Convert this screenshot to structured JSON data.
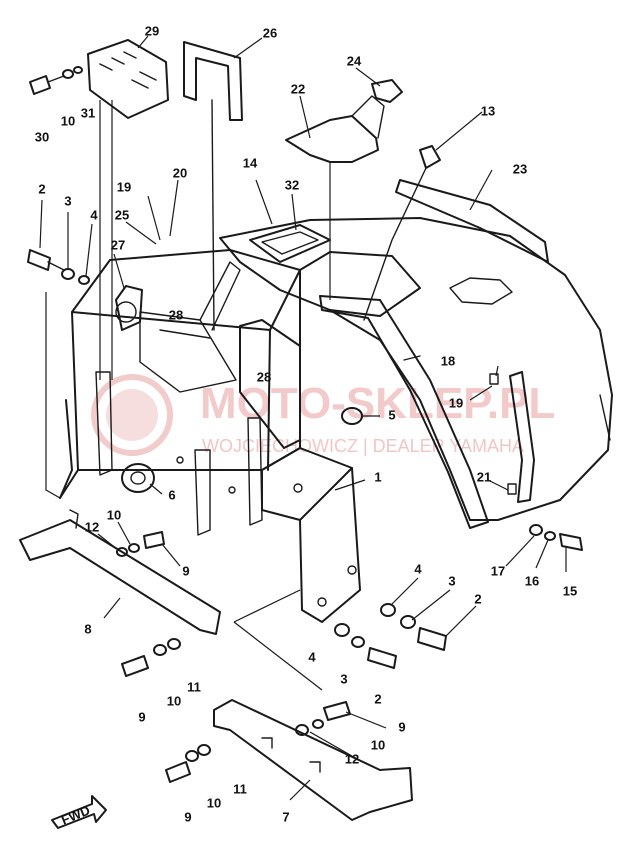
{
  "diagram": {
    "watermark": {
      "title": "MOTO-SKLEP.PL",
      "subtitle": "WOJCIECHOWICZ | DEALER YAMAHA",
      "logo": "yamaha-tuning-fork-logo",
      "color": "#e8a0a0"
    },
    "fwd_label": "FWD",
    "callouts": {
      "c1": "1",
      "c2a": "2",
      "c2b": "2",
      "c2c": "2",
      "c3a": "3",
      "c3b": "3",
      "c3c": "3",
      "c4a": "4",
      "c4b": "4",
      "c4c": "4",
      "c5": "5",
      "c6": "6",
      "c7": "7",
      "c8": "8",
      "c9a": "9",
      "c9b": "9",
      "c9c": "9",
      "c9d": "9",
      "c10a": "10",
      "c10b": "10",
      "c10c": "10",
      "c10d": "10",
      "c10e": "10",
      "c11a": "11",
      "c11b": "11",
      "c12a": "12",
      "c12b": "12",
      "c13": "13",
      "c14": "14",
      "c15": "15",
      "c16": "16",
      "c17": "17",
      "c18": "18",
      "c19a": "19",
      "c19b": "19",
      "c20": "20",
      "c21": "21",
      "c22": "22",
      "c23": "23",
      "c24": "24",
      "c25": "25",
      "c26": "26",
      "c27": "27",
      "c28a": "28",
      "c28b": "28",
      "c29": "29",
      "c30": "30",
      "c31": "31",
      "c32": "32"
    }
  }
}
